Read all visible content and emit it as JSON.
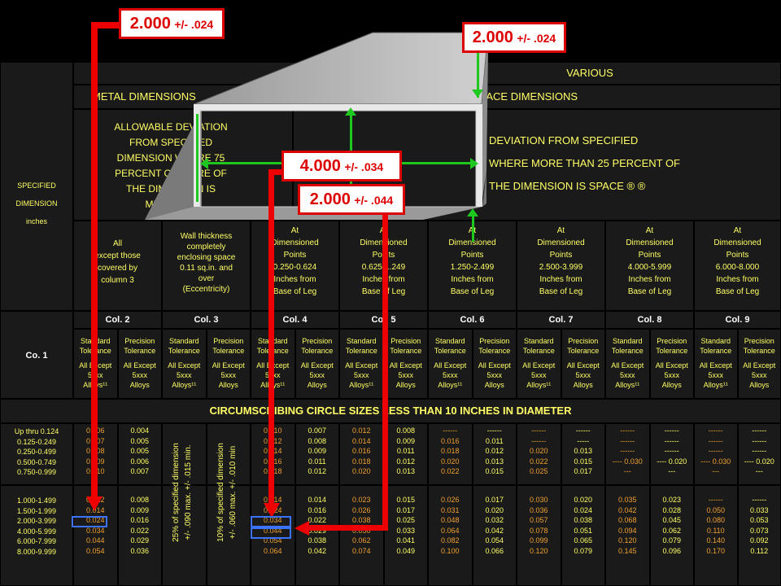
{
  "left_header": {
    "line1": "SPECIFIED",
    "line2": "DIMENSION",
    "line3": "inches"
  },
  "row1_left": "METAL DIMENSIONS",
  "row1_right": "SPACE DIMENSIONS",
  "row0": "VARIOUS",
  "allowable_left": [
    "ALLOWABLE DEVIATION",
    "FROM SPECIFIED",
    "DIMENSION WHERE 75",
    "PERCENT OR MORE OF",
    "THE DIMENSION IS",
    "METAL ® ®"
  ],
  "allowable_right": [
    "DEVIATION FROM SPECIFIED",
    "WHERE MORE THAN 25 PERCENT OF",
    "THE DIMENSION IS SPACE ® ®"
  ],
  "col_desc": [
    {
      "id": "c2",
      "lines": [
        "All",
        "except those",
        "covered by",
        "column 3"
      ]
    },
    {
      "id": "c3",
      "lines": [
        "Wall thickness",
        "completely",
        "enclosing space",
        "0.11 sq.in. and",
        "over",
        "(Eccentricity)"
      ]
    },
    {
      "id": "c4",
      "lines": [
        "At",
        "Dimensioned",
        "Points",
        "0.250-0.624",
        "Inches from",
        "Base of Leg"
      ]
    },
    {
      "id": "c5",
      "lines": [
        "At",
        "Dimensioned",
        "Points",
        "0.625-1.249",
        "Inches from",
        "Base of Leg"
      ]
    },
    {
      "id": "c6",
      "lines": [
        "At",
        "Dimensioned",
        "Points",
        "1.250-2.499",
        "Inches from",
        "Base of Leg"
      ]
    },
    {
      "id": "c7",
      "lines": [
        "At",
        "Dimensioned",
        "Points",
        "2.500-3.999",
        "Inches from",
        "Base of Leg"
      ]
    },
    {
      "id": "c8",
      "lines": [
        "At",
        "Dimensioned",
        "Points",
        "4.000-5.999",
        "Inches from",
        "Base of Leg"
      ]
    },
    {
      "id": "c9",
      "lines": [
        "At",
        "Dimensioned",
        "Points",
        "6.000-8.000",
        "Inches from",
        "Base of Leg"
      ]
    }
  ],
  "col_labels": [
    "Col. 2",
    "Col. 3",
    "Col. 4",
    "Col. 5",
    "Col. 6",
    "Col. 7",
    "Col. 8",
    "Col. 9"
  ],
  "co1": "Co. 1",
  "tol_std": [
    "Standard",
    "Tolerance",
    "All Except",
    "5xxx",
    "Alloys¹¹"
  ],
  "tol_prec": [
    "Precision",
    "Tolerance",
    "All Except",
    "5xxx",
    "Alloys"
  ],
  "banner": "CIRCUMSCRIBING CIRCLE SIZES LESS THAN 10 INCHES IN DIAMETER",
  "sizes_a": [
    "Up thru 0.124",
    "0.125-0.249",
    "0.250-0.499",
    "0.500-0.749",
    "0.750-0.999"
  ],
  "sizes_b": [
    "1.000-1.499",
    "1.500-1.999",
    "2.000-3.999",
    "4.000-5.999",
    "6.000-7.999",
    "8.000-9.999"
  ],
  "vals_a": [
    [
      "0.006",
      "0.007",
      "0.008",
      "0.009",
      "0.010"
    ],
    [
      "0.004",
      "0.005",
      "0.005",
      "0.006",
      "0.007"
    ],
    [
      "0.010",
      "0.012",
      "0.014",
      "0.016",
      "0.018"
    ],
    [
      "0.007",
      "0.008",
      "0.009",
      "0.011",
      "0.012"
    ],
    [
      "0.012",
      "0.014",
      "0.016",
      "0.018",
      "0.020"
    ],
    [
      "0.008",
      "0.009",
      "0.011",
      "0.012",
      "0.013"
    ],
    [
      "------",
      "0.016",
      "0.018",
      "0.020",
      "0.022"
    ],
    [
      "------",
      "0.011",
      "0.012",
      "0.013",
      "0.015"
    ],
    [
      "------",
      "------",
      "0.020",
      "0.022",
      "0.025"
    ],
    [
      "------",
      "-----",
      "0.013",
      "0.015",
      "0.017"
    ]
  ],
  "vals_b": [
    [
      "0.012",
      "0.014",
      "0.024",
      "0.034",
      "0.044",
      "0.054"
    ],
    [
      "0.008",
      "0.009",
      "0.016",
      "0.022",
      "0.029",
      "0.036"
    ],
    [
      "0.014",
      "0.024",
      "0.034",
      "0.044",
      "0.054",
      "0.064"
    ],
    [
      "0.014",
      "0.016",
      "0.022",
      "0.029",
      "0.038",
      "0.042"
    ],
    [
      "0.023",
      "0.026",
      "0.038",
      "0.050",
      "0.062",
      "0.074"
    ],
    [
      "0.015",
      "0.017",
      "0.025",
      "0.033",
      "0.041",
      "0.049"
    ],
    [
      "0.026",
      "0.031",
      "0.048",
      "0.064",
      "0.082",
      "0.100"
    ],
    [
      "0.017",
      "0.020",
      "0.032",
      "0.042",
      "0.054",
      "0.066"
    ],
    [
      "0.030",
      "0.036",
      "0.057",
      "0.078",
      "0.099",
      "0.120"
    ],
    [
      "0.020",
      "0.024",
      "0.038",
      "0.051",
      "0.065",
      "0.079"
    ],
    [
      "0.035",
      "0.042",
      "0.068",
      "0.094",
      "0.120",
      "0.145"
    ],
    [
      "0.023",
      "0.028",
      "0.045",
      "0.062",
      "0.079",
      "0.096"
    ],
    [
      "------",
      "0.050",
      "0.080",
      "0.110",
      "0.140",
      "0.170"
    ],
    [
      "------",
      "0.033",
      "0.053",
      "0.073",
      "0.092",
      "0.112"
    ]
  ],
  "col3_std_note": [
    "25% of specified dimension",
    "+/- .090 max. +/- .015 min."
  ],
  "col3_prec_note": [
    "10% of specified dimension",
    "+/- .060 max. +/- .010 min"
  ],
  "dash_col8_a": [
    "------",
    "------",
    "------",
    "----  0.030",
    "---"
  ],
  "dash_col8_b": [
    "------",
    "------",
    "------",
    "---- 0.020",
    "---"
  ],
  "callouts": {
    "top_left": {
      "num": "2.000",
      "tol": "+/- .024"
    },
    "top_right": {
      "num": "2.000",
      "tol": "+/- .024"
    },
    "middle": {
      "num": "4.000",
      "tol": "+/- .034"
    },
    "lower": {
      "num": "2.000",
      "tol": "+/- .044"
    }
  },
  "colors": {
    "accent_red": "#e00000",
    "arrow_green": "#1ec81e",
    "text_yellow": "#ffff66",
    "value_orange": "#f0a030",
    "highlight_blue": "#3b73ff"
  }
}
